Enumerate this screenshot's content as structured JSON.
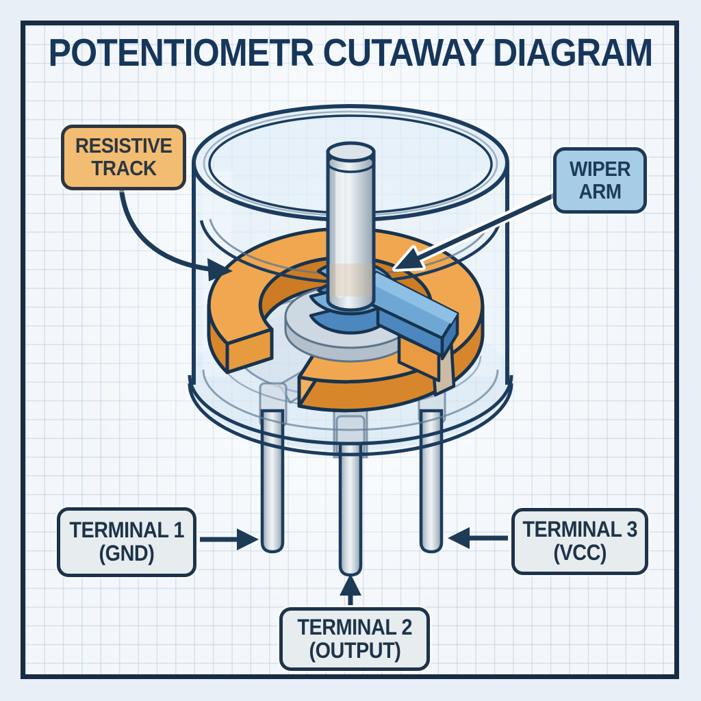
{
  "title": "POTENTIOMETR CUTAWAY DIAGRAM",
  "labels": {
    "resistive_track": {
      "line1": "RESISTIVE",
      "line2": "TRACK"
    },
    "wiper_arm": {
      "line1": "WIPER",
      "line2": "ARM"
    },
    "terminal_1": {
      "line1": "TERMINAL 1",
      "line2": "(GND)"
    },
    "terminal_2": {
      "line1": "TERMINAL 2",
      "line2": "(OUTPUT)"
    },
    "terminal_3": {
      "line1": "TERMINAL 3",
      "line2": "(VCC)"
    }
  },
  "parts": [
    "housing",
    "resistive-track-ring",
    "wiper-arm",
    "shaft",
    "terminal-pin-1",
    "terminal-pin-2",
    "terminal-pin-3"
  ],
  "colors": {
    "outline_navy": "#17334e",
    "frame_navy": "#182c44",
    "title_navy": "#16365a",
    "track_orange_top": "#f1a750",
    "track_orange_side": "#d8862c",
    "wiper_blue_top": "#6fa7d4",
    "wiper_blue_side": "#4c87bf",
    "label_orange_bg": "#f2bd72",
    "label_blue_bg": "#a7cde6",
    "label_gray_bg": "#e7ecef",
    "grid_line": "#94b0cd",
    "background": "#e9eff6"
  }
}
